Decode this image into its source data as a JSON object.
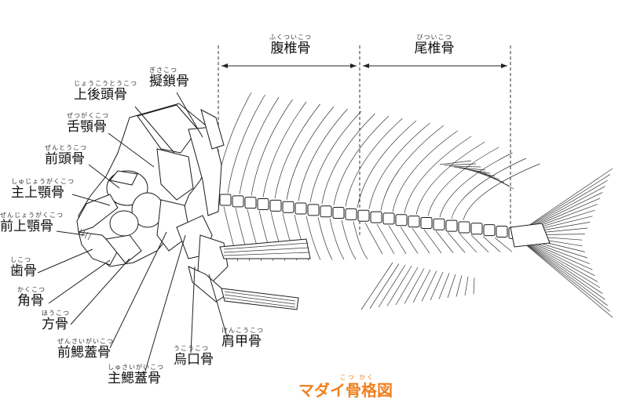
{
  "title": {
    "ruby": "こつ かく",
    "text": "マダイ骨格図"
  },
  "sections": {
    "abdominal": {
      "ruby": "ふくついこつ",
      "text": "腹椎骨"
    },
    "caudal": {
      "ruby": "びついこつ",
      "text": "尾椎骨"
    }
  },
  "labels": {
    "epiotic": {
      "ruby": "ぎさこつ",
      "text": "擬鎖骨"
    },
    "supraoccipital": {
      "ruby": "じょうこうとうこつ",
      "text": "上後頭骨"
    },
    "hyomandibular": {
      "ruby": "ぜつがくこつ",
      "text": "舌顎骨"
    },
    "frontal": {
      "ruby": "ぜんとうこつ",
      "text": "前頭骨"
    },
    "maxilla": {
      "ruby": "しゅじょうがくこつ",
      "text": "主上顎骨"
    },
    "premaxilla": {
      "ruby": "ぜんじょうがくこつ",
      "text": "前上顎骨"
    },
    "dentary": {
      "ruby": "しこつ",
      "text": "歯骨"
    },
    "angular": {
      "ruby": "かくこつ",
      "text": "角骨"
    },
    "quadrate": {
      "ruby": "ほうこつ",
      "text": "方骨"
    },
    "preopercle": {
      "ruby": "ぜんさいがいこつ",
      "text": "前鰓蓋骨"
    },
    "coracoid": {
      "ruby": "うこうこつ",
      "text": "烏口骨"
    },
    "scapula": {
      "ruby": "けんこうこつ",
      "text": "肩甲骨"
    },
    "opercle": {
      "ruby": "しゅさいがいこつ",
      "text": "主鰓蓋骨"
    }
  }
}
